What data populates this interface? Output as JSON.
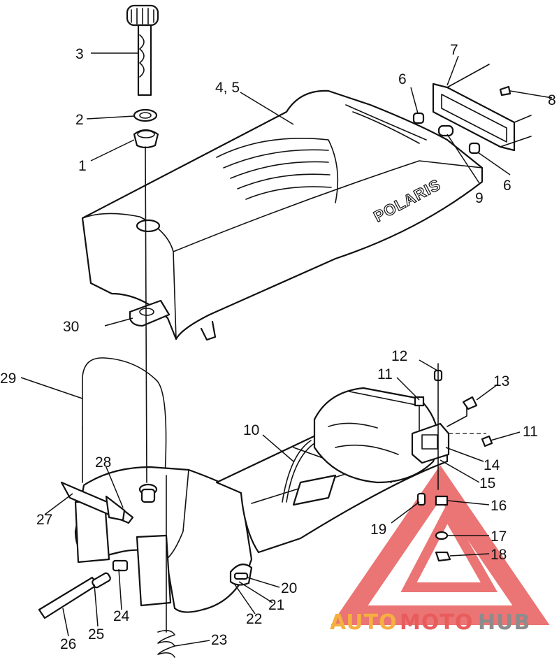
{
  "seat_brand": "POLARIS",
  "watermark": {
    "parts": [
      {
        "text": "AUTO",
        "color": "#f5b041"
      },
      {
        "text": "MOTO",
        "color": "#e85c5c"
      },
      {
        "text": "HUB",
        "color": "#8c8c8c"
      }
    ],
    "triangle_color": "#e85c5c"
  },
  "callouts": [
    "1",
    "2",
    "3",
    "4, 5",
    "6",
    "6",
    "7",
    "8",
    "9",
    "10",
    "11",
    "11",
    "12",
    "13",
    "14",
    "15",
    "16",
    "17",
    "18",
    "19",
    "20",
    "21",
    "22",
    "23",
    "24",
    "25",
    "26",
    "27",
    "28",
    "29",
    "30"
  ]
}
